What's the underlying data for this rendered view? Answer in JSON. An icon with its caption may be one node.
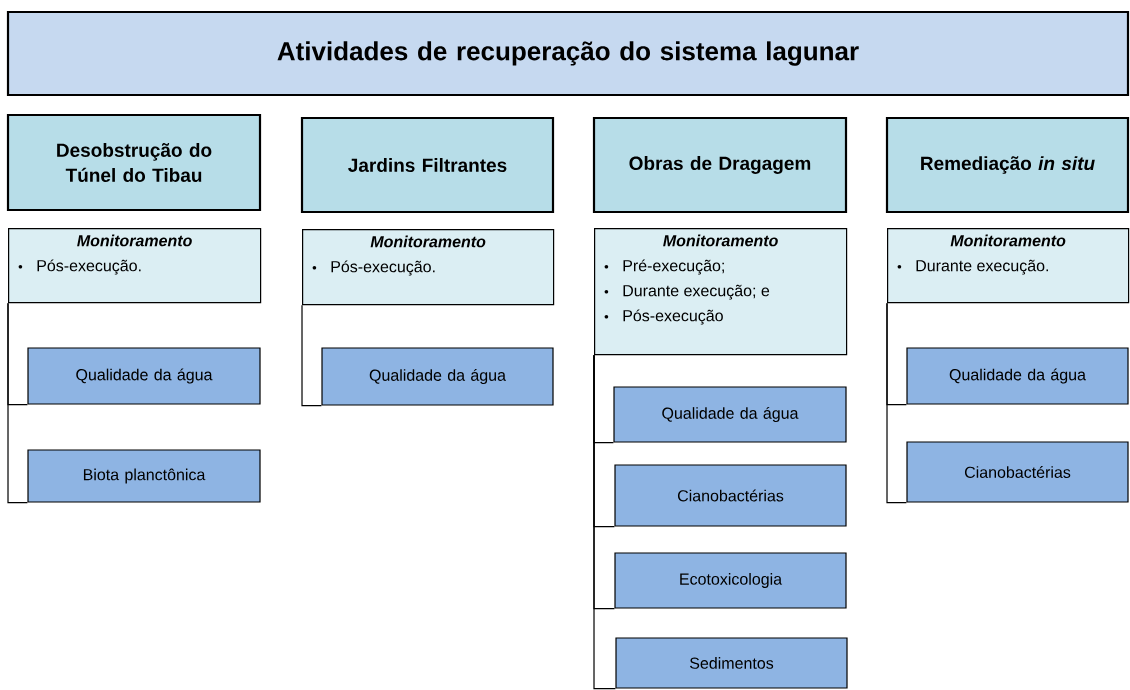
{
  "diagram": {
    "nodes": [
      {
        "text": [
          "Atividades de recuperação do sistema lagunar"
        ]
      },
      {
        "text": [
          "Desobstrução do Túnel do Tibau"
        ]
      },
      {
        "text": [
          "Monitoramento",
          "Pós-execução."
        ]
      },
      {
        "text": [
          "Qualidade da água"
        ]
      },
      {
        "text": [
          "Biota planctônica"
        ]
      },
      {
        "text": [
          "Jardins Filtrantes"
        ]
      },
      {
        "text": [
          "Monitoramento",
          "Pós-execução."
        ]
      },
      {
        "text": [
          "Qualidade da água"
        ]
      },
      {
        "text": [
          "Obras de Dragagem"
        ]
      },
      {
        "text": [
          "Monitoramento",
          "Pré-execução;",
          "Durante execução; e",
          "Pós-execução"
        ]
      },
      {
        "text": [
          "Qualidade da água"
        ]
      },
      {
        "text": [
          "Cianobactérias"
        ]
      },
      {
        "text": [
          "Ecotoxicologia"
        ]
      },
      {
        "text": [
          "Sedimentos"
        ]
      },
      {
        "text": [
          "Remediação *in situ*"
        ]
      },
      {
        "text": [
          "Monitoramento",
          "Durante execução."
        ]
      },
      {
        "text": [
          "Qualidade da água"
        ]
      },
      {
        "text": [
          "Cianobactérias"
        ]
      }
    ],
    "edges": [
      {
        "from": 2,
        "to": 3,
        "arrow": "none"
      },
      {
        "from": 2,
        "to": 4,
        "arrow": "none"
      },
      {
        "from": 6,
        "to": 7,
        "arrow": "none"
      },
      {
        "from": 9,
        "to": 10,
        "arrow": "none"
      },
      {
        "from": 9,
        "to": 11,
        "arrow": "none"
      },
      {
        "from": 9,
        "to": 12,
        "arrow": "none"
      },
      {
        "from": 9,
        "to": 13,
        "arrow": "none"
      },
      {
        "from": 15,
        "to": 16,
        "arrow": "none"
      },
      {
        "from": 15,
        "to": 17,
        "arrow": "none"
      }
    ]
  }
}
